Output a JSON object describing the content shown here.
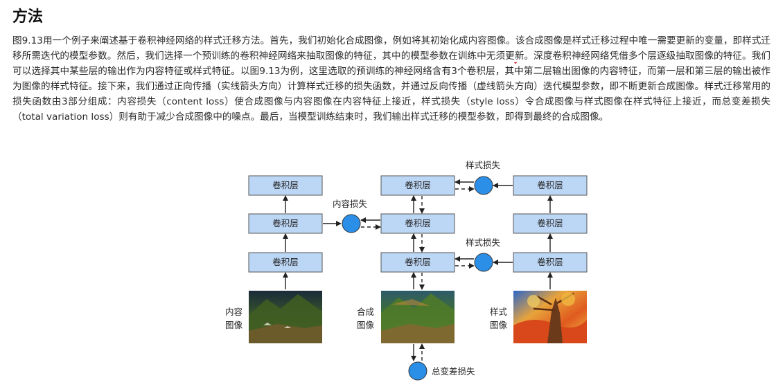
{
  "heading": "方法",
  "paragraph": {
    "part1": "图9.13用一个例子来阐述基于卷积神经网络的样式迁移方法。首先，我们初始化合成图像，例如将其初始化成内容图像。",
    "highlight1": "该合成图像是样式迁移过程中唯一需要更新的变量，即样式迁移所需迭代的模型参数。",
    "part2": "然后，我们选择一个预训练的卷积神经网络来抽取图像的特征，其中的模型参数在训练中无须更新。深度卷积神经网络凭借多个层逐级抽取图像的特征。我们可以选择其中某些层的输出作为内容特征或样式特征。以图9.13为例，这里选取的预训练的神经网络含有3个卷积层，其中第二层输出图像的内容特征，而第一层和第三层的输出被作为图像的样式特征。接下来，我们通过正向传播（实线箭头方向）计算样式迁移的损失函数，并通过反向传播（虚线箭头方向）迭代模型参数，即不断更新合成图像。样式迁移常用的损失函数由3部分组成：内容损失（content loss）使合成图像与内容图像在内容特征上接近，样式损失（style loss）令合成图像与样式图像在样式特征上接近，而总变差损失（total variation loss）则有助于减少合成图像中的噪点。最后，当模型训练结束时，我们输出样式迁移的模型参数，即得到最终的合成图像。"
  },
  "diagram": {
    "conv_label": "卷积层",
    "content_loss": "内容损失",
    "style_loss": "样式损失",
    "tv_loss": "总变差损失",
    "content_image": [
      "内容",
      "图像"
    ],
    "synth_image": [
      "合成",
      "图像"
    ],
    "style_image": [
      "样式",
      "图像"
    ]
  },
  "colors": {
    "box_fill": "#bcd6f5",
    "loss_circle": "#2b8fe8",
    "highlight_underline": "#d9232c"
  }
}
